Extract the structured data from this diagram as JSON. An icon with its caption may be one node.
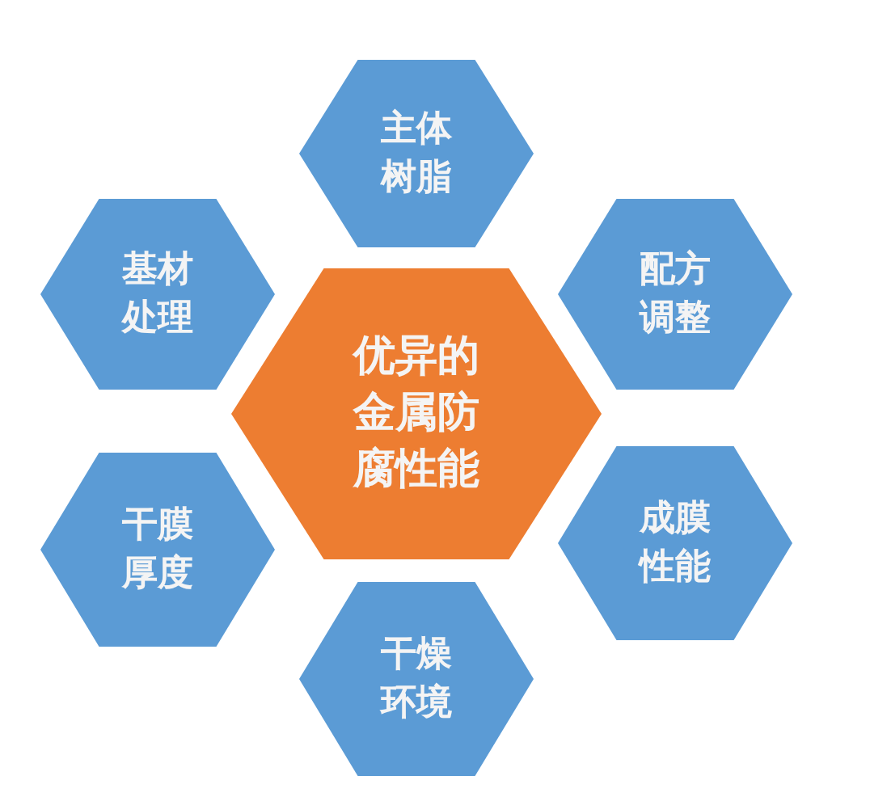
{
  "diagram": {
    "nodes": [
      {
        "text": [
          "主体树脂"
        ]
      },
      {
        "text": [
          "基材处理"
        ]
      },
      {
        "text": [
          "配方调整"
        ]
      },
      {
        "text": [
          "优异的金属防腐性能"
        ]
      },
      {
        "text": [
          "干膜厚度"
        ]
      },
      {
        "text": [
          "成膜性能"
        ]
      },
      {
        "text": [
          "干燥环境"
        ]
      }
    ]
  }
}
